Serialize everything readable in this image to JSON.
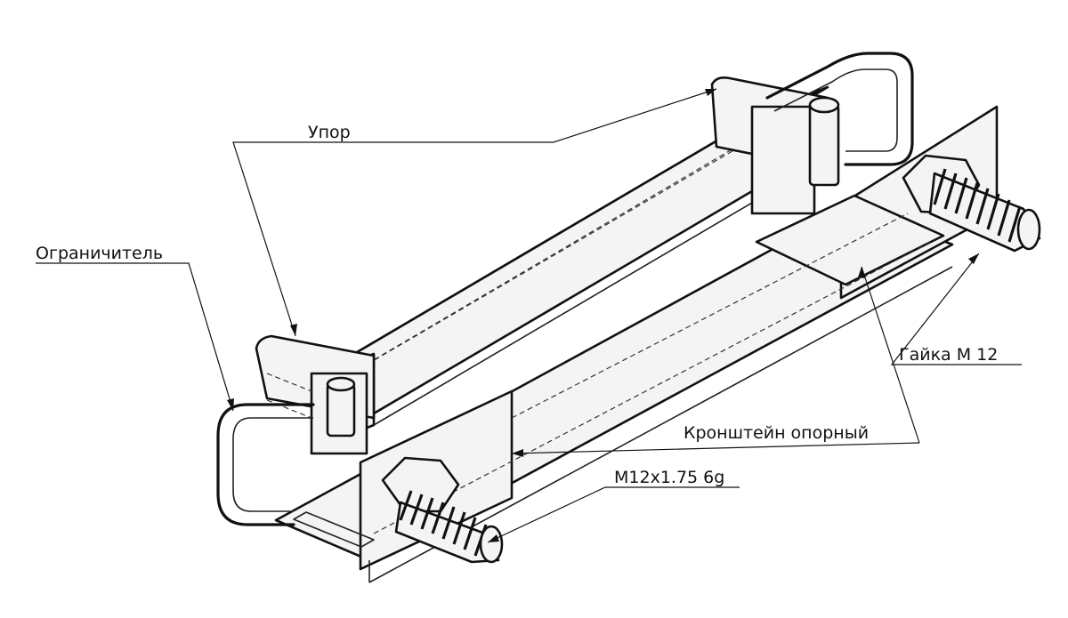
{
  "labels": {
    "stop": "Упор",
    "limiter": "Ограничитель",
    "nut": "Гайка М 12",
    "bracket": "Кронштейн опорный",
    "thread": "M12x1.75 6g"
  }
}
